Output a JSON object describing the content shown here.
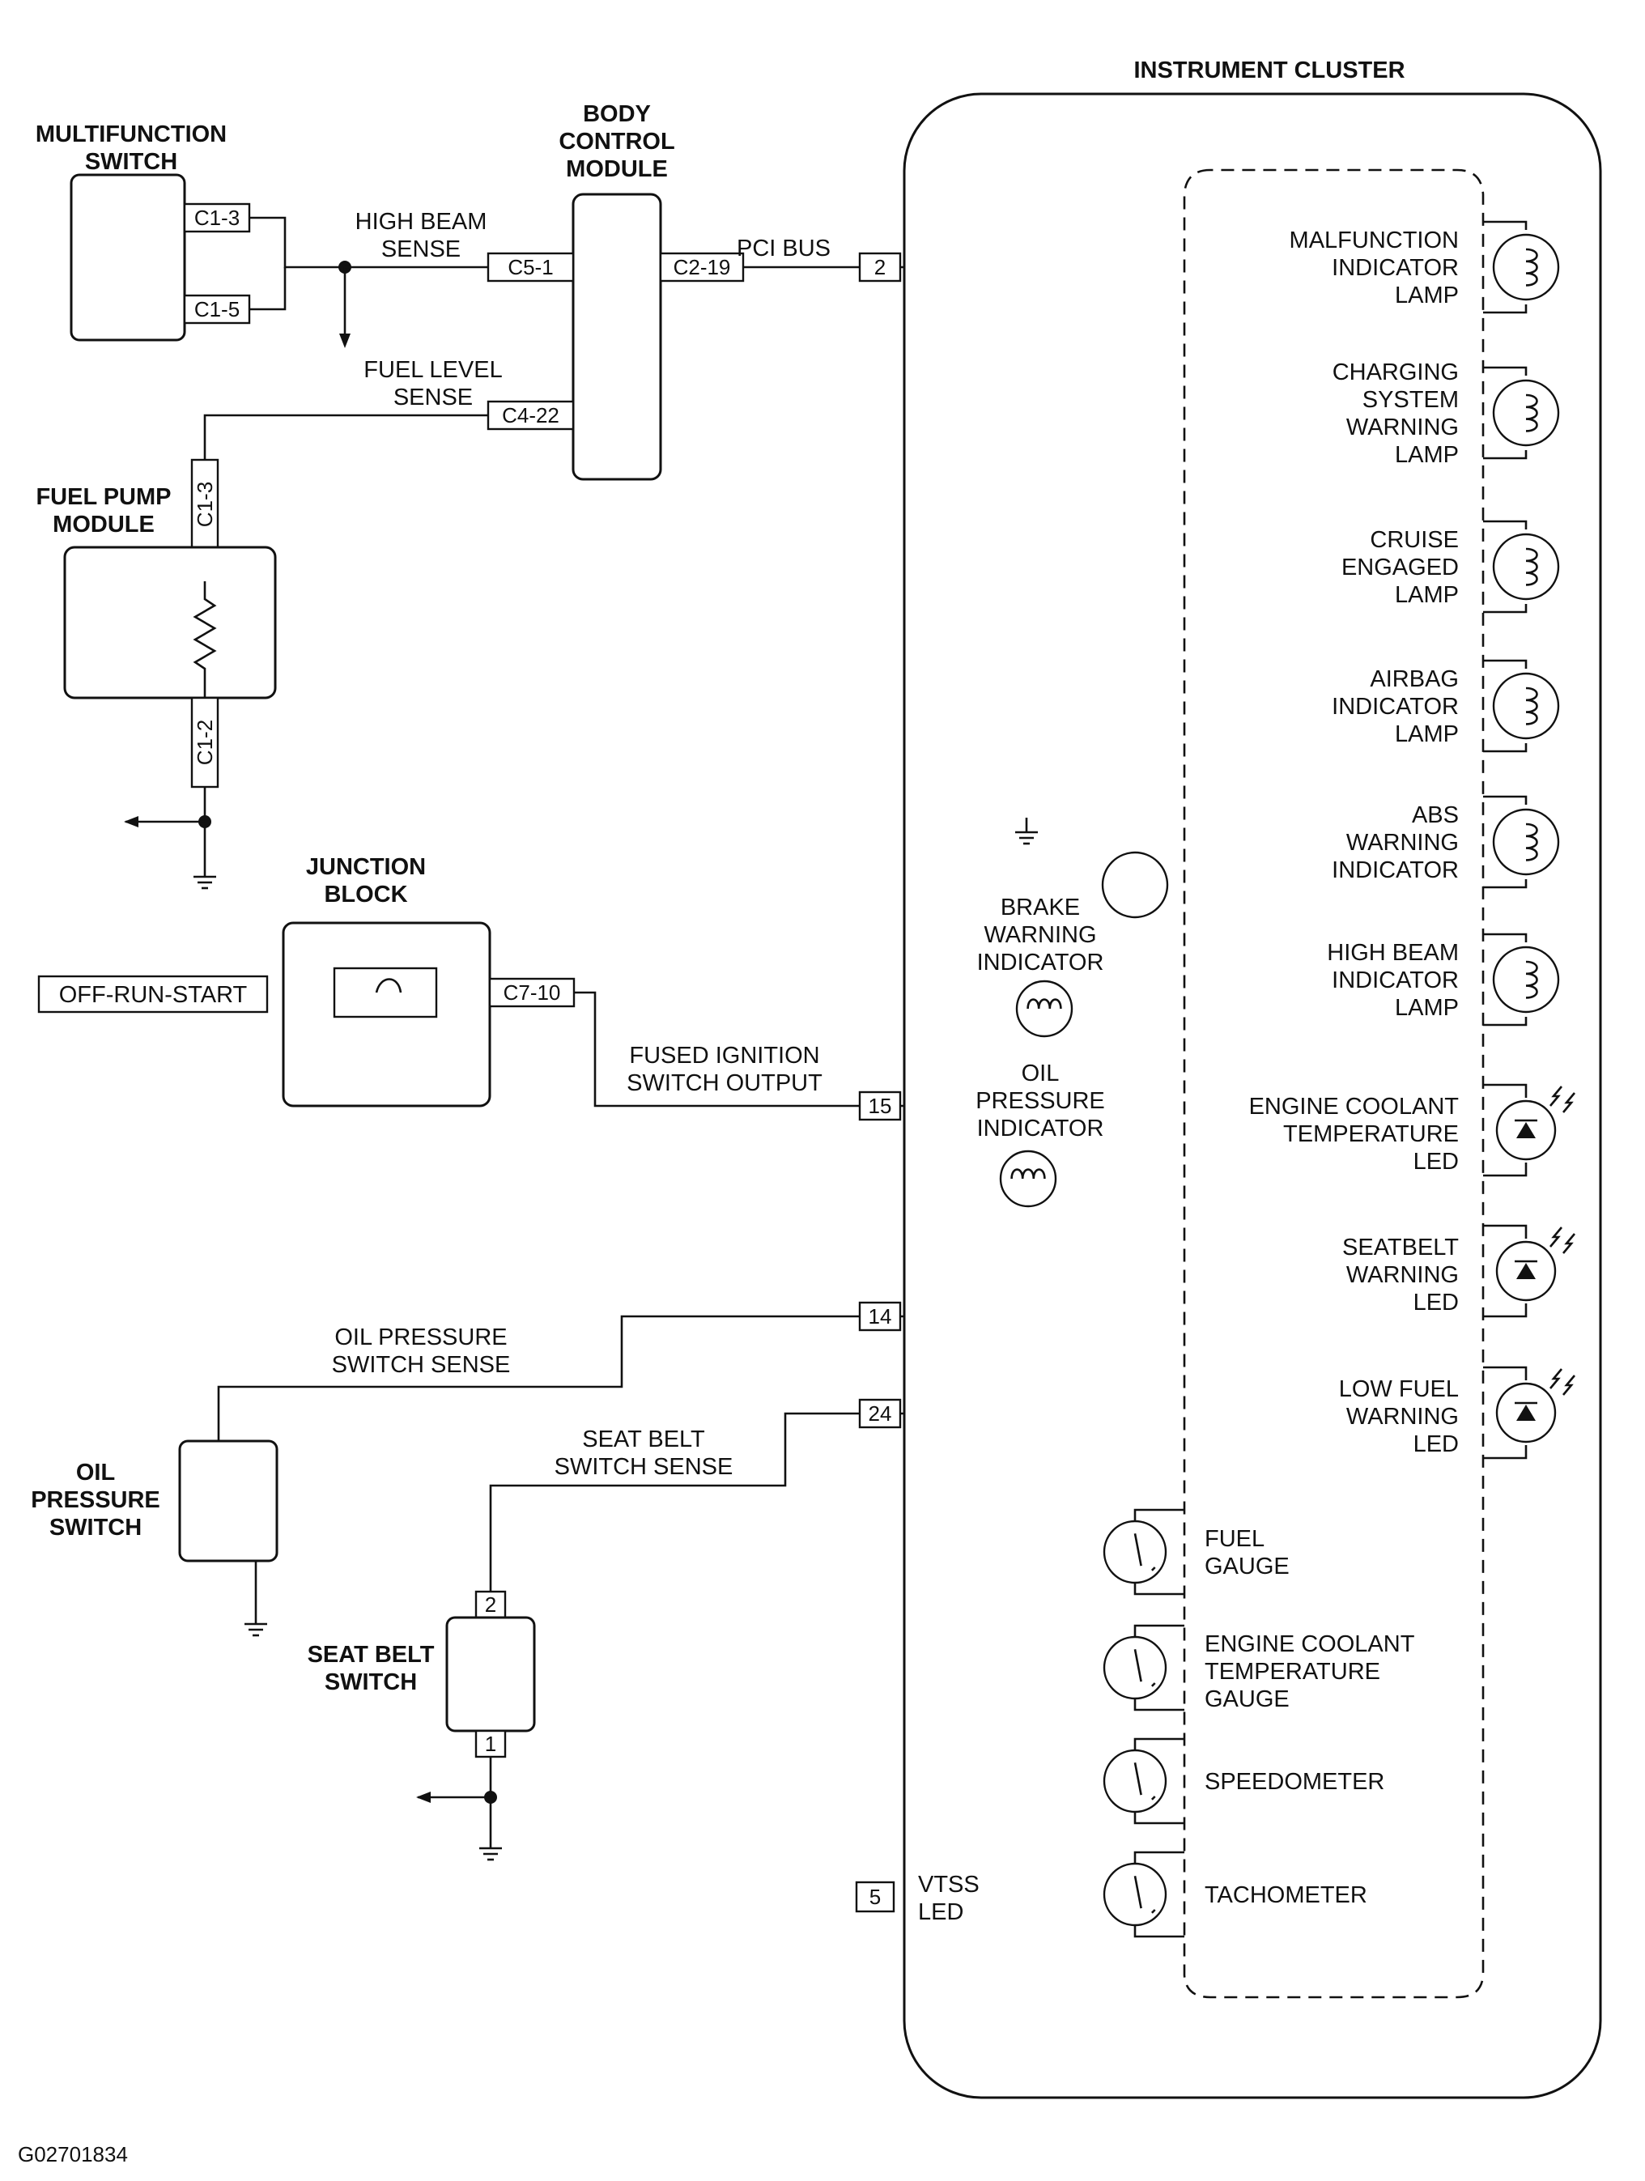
{
  "figure_id": "G02701834",
  "components": {
    "multifunction_switch": [
      "MULTIFUNCTION",
      "SWITCH"
    ],
    "body_control_module": [
      "BODY",
      "CONTROL",
      "MODULE"
    ],
    "fuel_pump_module": [
      "FUEL PUMP",
      "MODULE"
    ],
    "junction_block": [
      "JUNCTION",
      "BLOCK"
    ],
    "oil_pressure_switch": [
      "OIL",
      "PRESSURE",
      "SWITCH"
    ],
    "seat_belt_switch": [
      "SEAT BELT",
      "SWITCH"
    ],
    "instrument_cluster": "INSTRUMENT CLUSTER"
  },
  "connectors": {
    "mfs_c1_3": "C1-3",
    "mfs_c1_5": "C1-5",
    "bcm_c5_1": "C5-1",
    "bcm_c2_19": "C2-19",
    "bcm_c4_22": "C4-22",
    "fpm_c1_3": "C1-3",
    "fpm_c1_2": "C1-2",
    "jb_c7_10": "C7-10",
    "ic_pin_2": "2",
    "ic_pin_15": "15",
    "ic_pin_14": "14",
    "ic_pin_24": "24",
    "ic_pin_5": "5",
    "sbs_pin_2": "2",
    "sbs_pin_1": "1"
  },
  "circuits": {
    "high_beam_sense": [
      "HIGH BEAM",
      "SENSE"
    ],
    "fuel_level_sense": [
      "FUEL LEVEL",
      "SENSE"
    ],
    "pci_bus": "PCI BUS",
    "fused_ignition": [
      "FUSED IGNITION",
      "SWITCH OUTPUT"
    ],
    "oil_pressure_sense": [
      "OIL PRESSURE",
      "SWITCH SENSE"
    ],
    "seat_belt_sense": [
      "SEAT BELT",
      "SWITCH SENSE"
    ],
    "off_run_start": "OFF-RUN-START"
  },
  "indicators": {
    "brake_warning": [
      "BRAKE",
      "WARNING",
      "INDICATOR"
    ],
    "oil_pressure": [
      "OIL",
      "PRESSURE",
      "INDICATOR"
    ],
    "vtss": [
      "VTSS",
      "LED"
    ]
  },
  "lamps": [
    [
      "MALFUNCTION",
      "INDICATOR",
      "LAMP"
    ],
    [
      "CHARGING",
      "SYSTEM",
      "WARNING",
      "LAMP"
    ],
    [
      "CRUISE",
      "ENGAGED",
      "LAMP"
    ],
    [
      "AIRBAG",
      "INDICATOR",
      "LAMP"
    ],
    [
      "ABS",
      "WARNING",
      "INDICATOR"
    ],
    [
      "HIGH BEAM",
      "INDICATOR",
      "LAMP"
    ]
  ],
  "leds": [
    [
      "ENGINE COOLANT",
      "TEMPERATURE",
      "LED"
    ],
    [
      "SEATBELT",
      "WARNING",
      "LED"
    ],
    [
      "LOW FUEL",
      "WARNING",
      "LED"
    ]
  ],
  "gauges": [
    [
      "FUEL",
      "GAUGE"
    ],
    [
      "ENGINE COOLANT",
      "TEMPERATURE",
      "GAUGE"
    ],
    [
      "SPEEDOMETER"
    ],
    [
      "TACHOMETER"
    ]
  ]
}
